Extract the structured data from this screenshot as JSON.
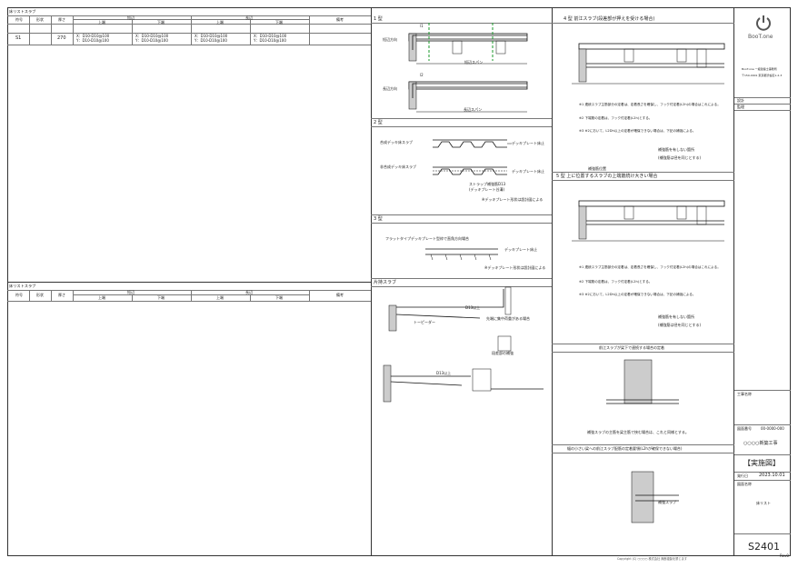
{
  "table_top": {
    "title": "床リストスラブ",
    "headers": [
      "符号",
      "形状",
      "厚さ",
      "短辺",
      "長辺",
      "備考"
    ],
    "sub_headers": [
      "上端",
      "下端",
      "上端",
      "下端"
    ],
    "row": {
      "code": "S1",
      "thick": "270",
      "c1": [
        "X：D10-D10@100",
        "Y：D10-D10@100"
      ],
      "c2": [
        "X：D10-D10@100",
        "Y：D10-D10@100"
      ],
      "c3": [
        "X：D10-D10@100",
        "Y：D10-D10@100"
      ],
      "c4": [
        "X：D10-D10@100",
        "Y：D10-D10@100"
      ]
    }
  },
  "table_bottom": {
    "title": "床リストスラブ",
    "headers": [
      "符号",
      "形状",
      "厚さ",
      "短辺",
      "長辺",
      "備考"
    ],
    "sub_headers": [
      "上端",
      "下端",
      "上端",
      "下端"
    ]
  },
  "panels": {
    "p1": {
      "title": "1 型",
      "labels": [
        "短辺方向",
        "長辺方向",
        "短辺スパン",
        "長辺スパン",
        "l1",
        "l2"
      ]
    },
    "p2": {
      "title": "2 型",
      "labels": [
        "合成デッキ床スラブ",
        "非合成デッキ床スラブ",
        "デッキプレート床止",
        "ストラップ補強筋D13",
        "(デッキプレート谷溝)",
        "※デッキプレート形状は設計図による"
      ]
    },
    "p3": {
      "title": "3 型",
      "labels": [
        "フラットタイプデッキプレート型枠で直角方向場合",
        "デッキプレート床止",
        "※デッキプレート形状は設計図による"
      ]
    },
    "p_special": {
      "title": "片持スラブ",
      "labels": [
        "D13以上",
        "トーピーダー",
        "先端に集中荷重がある場合",
        "段差部の補強",
        "D13以上"
      ]
    },
    "p4": {
      "title": "4 型 前江スラブ(段差部が押えを受ける場合)",
      "notes": [
        "※1 連続スラブ主筋部分の定着は、定着長さを確保し、フック付定着(L2h)の場合はこれによる。",
        "※2 下端筋の定着は、フック付定着(L2h)とする。",
        "※3 ※2において、L2Dh以上の定着が確保できない場合は、下記の補強による。"
      ],
      "legend": [
        "補強筋を有しない箇所",
        "(補強筋は径を同じとする)"
      ],
      "foot": "補強筋位置"
    },
    "p5": {
      "title": "5 型 上に位置するスラブの上端筋続け大きい場合",
      "notes": [
        "※1 連続スラブ主筋部分の定着は、定着長さを確保し、フック付定着(L2h)の場合はこれによる。",
        "※2 下端筋の定着は、フック付定着(L2h)とする。",
        "※3 ※2において、L2Dh以上の定着が確保できない場合は、下記の補強による。"
      ],
      "legend": [
        "補強筋を有しない箇所",
        "(補強筋は径を同じとする)"
      ]
    },
    "p6": {
      "title": "前江スラブが梁下で連続する場合の定着",
      "note": "補強スラブの主筋を梁主筋で挟む場合は、これと同様とする。"
    },
    "p7": {
      "title": "幅の小さい梁への前江スラブ配筋の定着要領(L2hが確保できない場合)",
      "label": "補強スラブ"
    }
  },
  "titleblock": {
    "brand": "BooT.one",
    "company_lines": [
      "BooT.one 一級建築士事務所",
      "〒150-0001 東京都渋谷区1-2-3"
    ],
    "design_label": "設計",
    "check_label": "監理",
    "project_label": "工事名称",
    "code_label": "図面番号",
    "code": "00-0000-000",
    "project": "○○○○新築工事",
    "stage": "【実施図】",
    "date_label": "発行日",
    "date": "2023.10.01",
    "drawing_label": "図面名称",
    "drawing_name": "床リスト",
    "number": "S2401",
    "rev": "Rev0"
  },
  "copyright": "Copyright (C) ○○○○ 株式会社 無断複製を禁じます"
}
